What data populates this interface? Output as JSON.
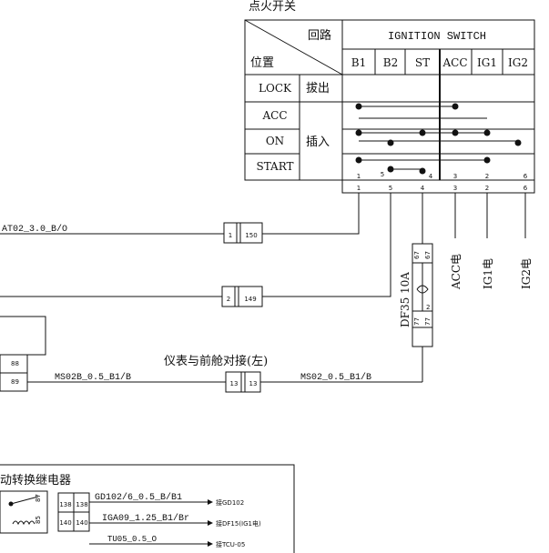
{
  "switch": {
    "title": "点火开关",
    "header_circuit": "回路",
    "header_position": "位置",
    "header_main": "IGNITION SWITCH",
    "columns": [
      "B1",
      "B2",
      "ST",
      "ACC",
      "IG1",
      "IG2"
    ],
    "rows": [
      "LOCK",
      "ACC",
      "ON",
      "START"
    ],
    "action_remove": "拔出",
    "action_insert": "插入",
    "pin_labels_inner": [
      "1",
      "5",
      "4",
      "3",
      "2",
      "6"
    ],
    "pin_labels_bottom": [
      "1",
      "5",
      "4",
      "3",
      "2",
      "6"
    ]
  },
  "wires": {
    "at02": "AT02_3.0_B/O",
    "ms02b": "MS02B_0.5_B1/B",
    "ms02": "MS02_0.5_B1/B",
    "gd102": "GD102/6_0.5_B/B1",
    "iga09": "IGA09_1.25_B1/Br",
    "tu05": "TU05_0.5_O"
  },
  "connectors": {
    "c1": [
      "1",
      "150"
    ],
    "c2": [
      "2",
      "149"
    ],
    "c3": [
      "13",
      "13"
    ],
    "fuse_pins": [
      "67",
      "67",
      "2",
      "77",
      "77"
    ],
    "left_pins": [
      "88",
      "89"
    ],
    "relay_pins": [
      "138",
      "138",
      "140",
      "140"
    ],
    "relay_small": [
      "87",
      "85"
    ]
  },
  "fuse_label": "DF35 10A",
  "outputs": [
    "ACC电",
    "IG1电",
    "IG2电"
  ],
  "junction_label": "仪表与前舱对接(左)",
  "relay_title": "动转换继电器",
  "relay_targets": [
    "接GD102",
    "接DF15(IG1电)",
    "接TCU-05"
  ]
}
